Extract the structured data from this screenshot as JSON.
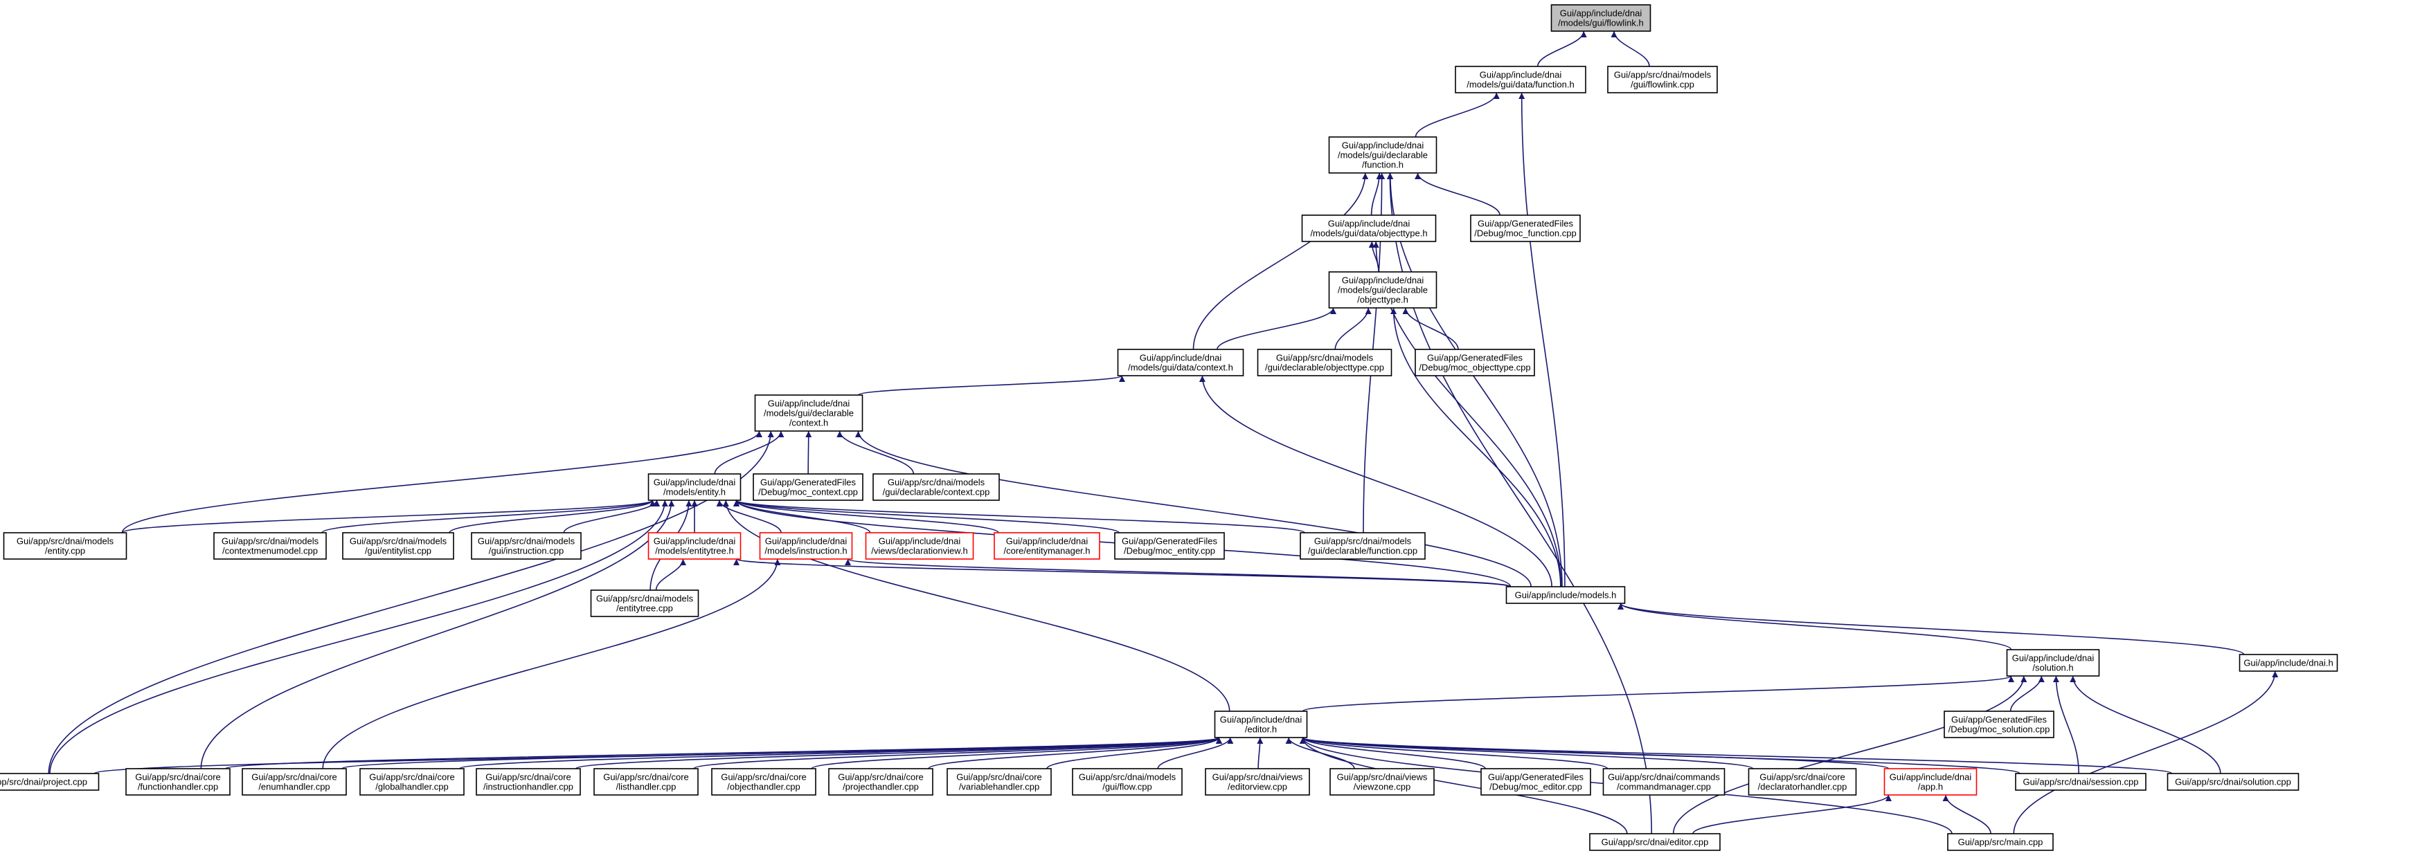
{
  "colors": {
    "edge": "#191970",
    "root_fill": "#bfbfbf",
    "truncated_border": "#ff0000",
    "node_border": "#000000"
  },
  "nodes": {
    "flowlink_h": {
      "lines": [
        "Gui/app/include/dnai",
        "/models/gui/flowlink.h"
      ],
      "kind": "root"
    },
    "flowlink_cpp": {
      "lines": [
        "Gui/app/src/dnai/models",
        "/gui/flowlink.cpp"
      ]
    },
    "data_function_h": {
      "lines": [
        "Gui/app/include/dnai",
        "/models/gui/data/function.h"
      ]
    },
    "decl_function_h": {
      "lines": [
        "Gui/app/include/dnai",
        "/models/gui/declarable",
        "/function.h"
      ]
    },
    "data_objecttype_h": {
      "lines": [
        "Gui/app/include/dnai",
        "/models/gui/data/objecttype.h"
      ]
    },
    "moc_function_cpp": {
      "lines": [
        "Gui/app/GeneratedFiles",
        "/Debug/moc_function.cpp"
      ]
    },
    "decl_objecttype_h": {
      "lines": [
        "Gui/app/include/dnai",
        "/models/gui/declarable",
        "/objecttype.h"
      ]
    },
    "data_context_h": {
      "lines": [
        "Gui/app/include/dnai",
        "/models/gui/data/context.h"
      ]
    },
    "decl_objecttype_cpp": {
      "lines": [
        "Gui/app/src/dnai/models",
        "/gui/declarable/objecttype.cpp"
      ]
    },
    "moc_objecttype_cpp": {
      "lines": [
        "Gui/app/GeneratedFiles",
        "/Debug/moc_objecttype.cpp"
      ]
    },
    "decl_context_h": {
      "lines": [
        "Gui/app/include/dnai",
        "/models/gui/declarable",
        "/context.h"
      ]
    },
    "entity_h": {
      "lines": [
        "Gui/app/include/dnai",
        "/models/entity.h"
      ]
    },
    "moc_context_cpp": {
      "lines": [
        "Gui/app/GeneratedFiles",
        "/Debug/moc_context.cpp"
      ]
    },
    "decl_context_cpp": {
      "lines": [
        "Gui/app/src/dnai/models",
        "/gui/declarable/context.cpp"
      ]
    },
    "entity_cpp": {
      "lines": [
        "Gui/app/src/dnai/models",
        "/entity.cpp"
      ]
    },
    "contextmenumodel_cpp": {
      "lines": [
        "Gui/app/src/dnai/models",
        "/contextmenumodel.cpp"
      ]
    },
    "entitylist_cpp": {
      "lines": [
        "Gui/app/src/dnai/models",
        "/gui/entitylist.cpp"
      ]
    },
    "instruction_cpp": {
      "lines": [
        "Gui/app/src/dnai/models",
        "/gui/instruction.cpp"
      ]
    },
    "entitytree_h": {
      "lines": [
        "Gui/app/include/dnai",
        "/models/entitytree.h"
      ],
      "kind": "trunc"
    },
    "instruction_h": {
      "lines": [
        "Gui/app/include/dnai",
        "/models/instruction.h"
      ],
      "kind": "trunc"
    },
    "declarationview_h": {
      "lines": [
        "Gui/app/include/dnai",
        "/views/declarationview.h"
      ],
      "kind": "trunc"
    },
    "entitymanager_h": {
      "lines": [
        "Gui/app/include/dnai",
        "/core/entitymanager.h"
      ],
      "kind": "trunc"
    },
    "moc_entity_cpp": {
      "lines": [
        "Gui/app/GeneratedFiles",
        "/Debug/moc_entity.cpp"
      ]
    },
    "decl_function_cpp": {
      "lines": [
        "Gui/app/src/dnai/models",
        "/gui/declarable/function.cpp"
      ]
    },
    "entitytree_cpp": {
      "lines": [
        "Gui/app/src/dnai/models",
        "/entitytree.cpp"
      ]
    },
    "models_h": {
      "lines": [
        "Gui/app/include/models.h"
      ]
    },
    "solution_h": {
      "lines": [
        "Gui/app/include/dnai",
        "/solution.h"
      ]
    },
    "dnai_h": {
      "lines": [
        "Gui/app/include/dnai.h"
      ]
    },
    "moc_solution_cpp": {
      "lines": [
        "Gui/app/GeneratedFiles",
        "/Debug/moc_solution.cpp"
      ]
    },
    "editor_h": {
      "lines": [
        "Gui/app/include/dnai",
        "/editor.h"
      ]
    },
    "project_cpp": {
      "lines": [
        "Gui/app/src/dnai/project.cpp"
      ]
    },
    "functionhandler_cpp": {
      "lines": [
        "Gui/app/src/dnai/core",
        "/functionhandler.cpp"
      ]
    },
    "enumhandler_cpp": {
      "lines": [
        "Gui/app/src/dnai/core",
        "/enumhandler.cpp"
      ]
    },
    "globalhandler_cpp": {
      "lines": [
        "Gui/app/src/dnai/core",
        "/globalhandler.cpp"
      ]
    },
    "instructionhandler_cpp": {
      "lines": [
        "Gui/app/src/dnai/core",
        "/instructionhandler.cpp"
      ]
    },
    "listhandler_cpp": {
      "lines": [
        "Gui/app/src/dnai/core",
        "/listhandler.cpp"
      ]
    },
    "objecthandler_cpp": {
      "lines": [
        "Gui/app/src/dnai/core",
        "/objecthandler.cpp"
      ]
    },
    "projecthandler_cpp": {
      "lines": [
        "Gui/app/src/dnai/core",
        "/projecthandler.cpp"
      ]
    },
    "variablehandler_cpp": {
      "lines": [
        "Gui/app/src/dnai/core",
        "/variablehandler.cpp"
      ]
    },
    "flow_cpp": {
      "lines": [
        "Gui/app/src/dnai/models",
        "/gui/flow.cpp"
      ]
    },
    "editorview_cpp": {
      "lines": [
        "Gui/app/src/dnai/views",
        "/editorview.cpp"
      ]
    },
    "viewzone_cpp": {
      "lines": [
        "Gui/app/src/dnai/views",
        "/viewzone.cpp"
      ]
    },
    "moc_editor_cpp": {
      "lines": [
        "Gui/app/GeneratedFiles",
        "/Debug/moc_editor.cpp"
      ]
    },
    "commandmanager_cpp": {
      "lines": [
        "Gui/app/src/dnai/commands",
        "/commandmanager.cpp"
      ]
    },
    "declaratorhandler_cpp": {
      "lines": [
        "Gui/app/src/dnai/core",
        "/declaratorhandler.cpp"
      ]
    },
    "app_h": {
      "lines": [
        "Gui/app/include/dnai",
        "/app.h"
      ],
      "kind": "trunc"
    },
    "session_cpp": {
      "lines": [
        "Gui/app/src/dnai/session.cpp"
      ]
    },
    "solution_cpp": {
      "lines": [
        "Gui/app/src/dnai/solution.cpp"
      ]
    },
    "editor_cpp": {
      "lines": [
        "Gui/app/src/dnai/editor.cpp"
      ]
    },
    "main_cpp": {
      "lines": [
        "Gui/app/src/main.cpp"
      ]
    }
  },
  "edges": [
    [
      "data_function_h",
      "flowlink_h"
    ],
    [
      "flowlink_cpp",
      "flowlink_h"
    ],
    [
      "decl_function_h",
      "data_function_h"
    ],
    [
      "models_h",
      "data_function_h"
    ],
    [
      "data_objecttype_h",
      "decl_function_h"
    ],
    [
      "moc_function_cpp",
      "decl_function_h"
    ],
    [
      "data_context_h",
      "decl_function_h"
    ],
    [
      "decl_function_cpp",
      "decl_function_h"
    ],
    [
      "models_h",
      "decl_function_h"
    ],
    [
      "editor_cpp",
      "decl_function_h"
    ],
    [
      "decl_objecttype_h",
      "data_objecttype_h"
    ],
    [
      "models_h",
      "data_objecttype_h"
    ],
    [
      "data_context_h",
      "decl_objecttype_h"
    ],
    [
      "decl_objecttype_cpp",
      "decl_objecttype_h"
    ],
    [
      "moc_objecttype_cpp",
      "decl_objecttype_h"
    ],
    [
      "models_h",
      "decl_objecttype_h"
    ],
    [
      "decl_context_h",
      "data_context_h"
    ],
    [
      "models_h",
      "data_context_h"
    ],
    [
      "entity_h",
      "decl_context_h"
    ],
    [
      "moc_context_cpp",
      "decl_context_h"
    ],
    [
      "decl_context_cpp",
      "decl_context_h"
    ],
    [
      "entity_cpp",
      "decl_context_h"
    ],
    [
      "project_cpp",
      "decl_context_h"
    ],
    [
      "models_h",
      "decl_context_h"
    ],
    [
      "entity_cpp",
      "entity_h"
    ],
    [
      "contextmenumodel_cpp",
      "entity_h"
    ],
    [
      "entitylist_cpp",
      "entity_h"
    ],
    [
      "instruction_cpp",
      "entity_h"
    ],
    [
      "entitytree_h",
      "entity_h"
    ],
    [
      "instruction_h",
      "entity_h"
    ],
    [
      "declarationview_h",
      "entity_h"
    ],
    [
      "entitymanager_h",
      "entity_h"
    ],
    [
      "moc_entity_cpp",
      "entity_h"
    ],
    [
      "decl_function_cpp",
      "entity_h"
    ],
    [
      "models_h",
      "entity_h"
    ],
    [
      "editor_h",
      "entity_h"
    ],
    [
      "entitytree_cpp",
      "entity_h"
    ],
    [
      "project_cpp",
      "entity_h"
    ],
    [
      "functionhandler_cpp",
      "entity_h"
    ],
    [
      "entitytree_cpp",
      "entitytree_h"
    ],
    [
      "models_h",
      "entitytree_h"
    ],
    [
      "models_h",
      "instruction_h"
    ],
    [
      "enumhandler_cpp",
      "instruction_h"
    ],
    [
      "solution_h",
      "models_h"
    ],
    [
      "dnai_h",
      "models_h"
    ],
    [
      "editor_h",
      "solution_h"
    ],
    [
      "moc_solution_cpp",
      "solution_h"
    ],
    [
      "session_cpp",
      "solution_h"
    ],
    [
      "solution_cpp",
      "solution_h"
    ],
    [
      "editor_cpp",
      "solution_h"
    ],
    [
      "main_cpp",
      "dnai_h"
    ],
    [
      "project_cpp",
      "editor_h"
    ],
    [
      "functionhandler_cpp",
      "editor_h"
    ],
    [
      "enumhandler_cpp",
      "editor_h"
    ],
    [
      "globalhandler_cpp",
      "editor_h"
    ],
    [
      "instructionhandler_cpp",
      "editor_h"
    ],
    [
      "listhandler_cpp",
      "editor_h"
    ],
    [
      "objecthandler_cpp",
      "editor_h"
    ],
    [
      "projecthandler_cpp",
      "editor_h"
    ],
    [
      "variablehandler_cpp",
      "editor_h"
    ],
    [
      "flow_cpp",
      "editor_h"
    ],
    [
      "editorview_cpp",
      "editor_h"
    ],
    [
      "viewzone_cpp",
      "editor_h"
    ],
    [
      "moc_editor_cpp",
      "editor_h"
    ],
    [
      "commandmanager_cpp",
      "editor_h"
    ],
    [
      "declaratorhandler_cpp",
      "editor_h"
    ],
    [
      "app_h",
      "editor_h"
    ],
    [
      "session_cpp",
      "editor_h"
    ],
    [
      "solution_cpp",
      "editor_h"
    ],
    [
      "editor_cpp",
      "editor_h"
    ],
    [
      "main_cpp",
      "editor_h"
    ],
    [
      "editor_cpp",
      "app_h"
    ],
    [
      "main_cpp",
      "app_h"
    ]
  ]
}
